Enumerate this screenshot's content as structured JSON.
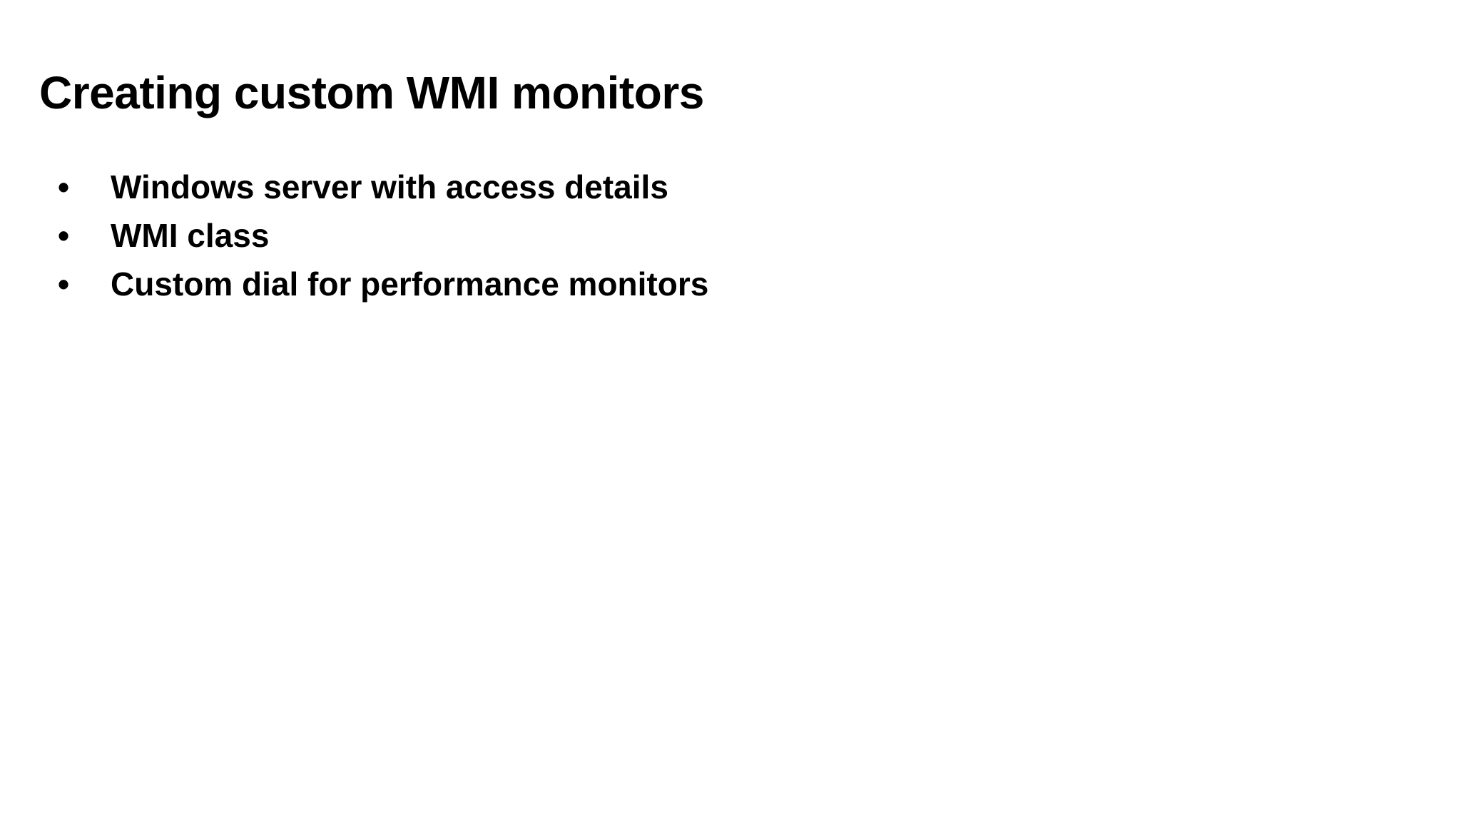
{
  "slide": {
    "background_color": "#ffffff",
    "text_color": "#000000",
    "title": "Creating custom WMI monitors",
    "bullet_marker": "•",
    "bullets": [
      {
        "text": "Windows server with access details"
      },
      {
        "text": "WMI class"
      },
      {
        "text": "Custom dial for performance monitors"
      }
    ]
  }
}
